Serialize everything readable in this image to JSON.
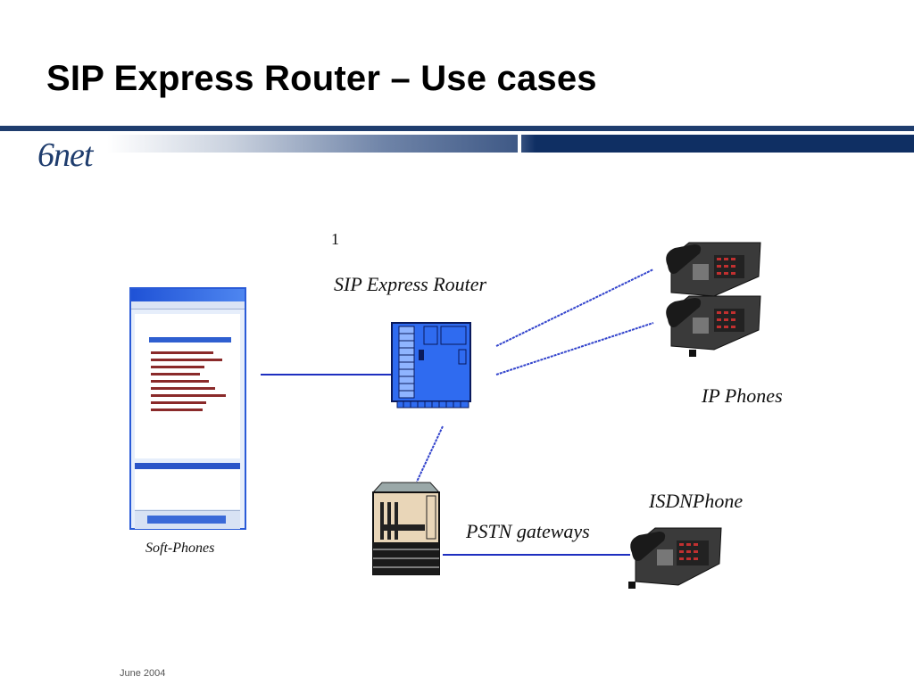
{
  "slide": {
    "title": "SIP Express Router – Use cases",
    "logo_text": "6net",
    "footer_date": "June  2004"
  },
  "diagram": {
    "stray_mark": "1",
    "labels": {
      "router": "SIP Express Router",
      "ip_phones": "IP Phones",
      "isdn_phone": "ISDNPhone",
      "pstn": "PSTN gateways",
      "soft_phones": "Soft-Phones"
    }
  },
  "colors": {
    "title": "#000000",
    "header_bar": "#1f3d6e",
    "link_line": "#1e2fc0",
    "router_body": "#2f6bf0"
  }
}
